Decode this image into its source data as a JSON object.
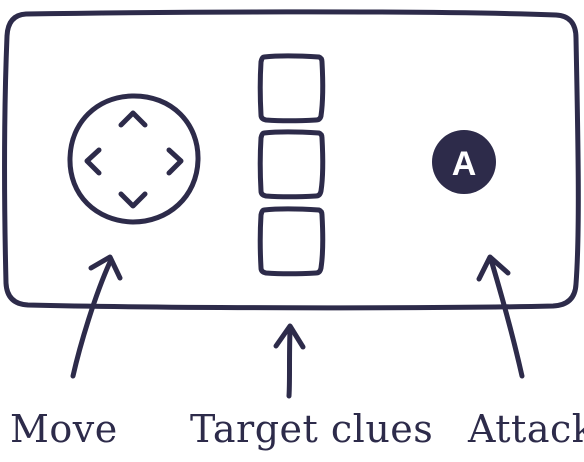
{
  "labels": {
    "move": "Move",
    "target_clues": "Target clues",
    "attack": "Attack"
  },
  "attack_button": {
    "letter": "A"
  },
  "clue_slots_count": 3,
  "colors": {
    "ink": "#2d2b4a",
    "background": "#ffffff",
    "button_text": "#ffffff"
  },
  "icons": {
    "dpad": "dpad-icon",
    "attack": "attack-button-icon",
    "arrows": "up-arrow-icon"
  }
}
